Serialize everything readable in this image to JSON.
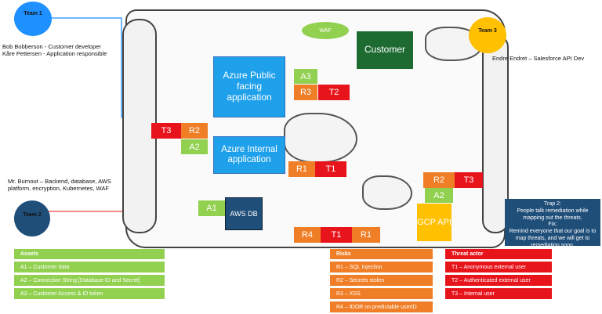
{
  "teams": {
    "team1": {
      "label": "Team 1",
      "members": [
        "Bob Bobberson - Customer developer",
        "Kåre Pettersen - Application responsible"
      ]
    },
    "team2": {
      "label": "Team 2",
      "members": [
        "Mr. Burnout – Backend, database, AWS",
        "platform, encryption, Kubernetes, WAF"
      ]
    },
    "team3": {
      "label": "Team 3",
      "members": [
        "Endre Endret – Salesforce API Dev"
      ]
    }
  },
  "components": {
    "waf": "WAF",
    "customer": "Customer",
    "azure_public": "Azure Public facing application",
    "azure_internal": "Azure Internal application",
    "aws_db": "AWS DB",
    "gcp_api": "GCP API"
  },
  "tags": {
    "a3": "A3",
    "r3_top": "R3",
    "t2_top": "T2",
    "t3_left": "T3",
    "r2_left": "R2",
    "a2_left": "A2",
    "r1_mid": "R1",
    "t1_mid": "T1",
    "r2_right": "R2",
    "t3_right": "T3",
    "a2_right": "A2",
    "a1": "A1",
    "r4_bottom": "R4",
    "t1_bottom": "T1",
    "r1_bottom": "R1"
  },
  "trap": {
    "lines": [
      "Trap 2:",
      "People talk remediation while",
      "mapping out the threats.",
      "Fix:",
      "Remind everyone that our goal is to",
      "map threats, and we will get to",
      "remediation soon."
    ]
  },
  "assets": {
    "title": "Assets",
    "items": [
      "A1 – Customer data",
      "A2 – Connection String [Database ID and Secret]",
      "A3 – Customer Access & ID token"
    ]
  },
  "risks": {
    "title": "Risks",
    "items": [
      "R1 – SQL Injection",
      "R2 – Secrets stolen",
      "R3 – XSS",
      "R4 – IDOR on predictable userID"
    ]
  },
  "threats": {
    "title": "Threat actor",
    "items": [
      "T1 – Anonymous external user",
      "T2 – Authenticated external user",
      "T3 – Internal user"
    ]
  },
  "colors": {
    "team_team1": "#1e90ff",
    "team_team2": "#1f4e79",
    "team_team3": "#ffc000",
    "azure": "#1ea0ea",
    "customer": "#1e6b32",
    "gcp": "#ffc000",
    "asset": "#92d050",
    "risk": "#f07e26",
    "threat": "#e8141c",
    "waf": "#92d050"
  }
}
